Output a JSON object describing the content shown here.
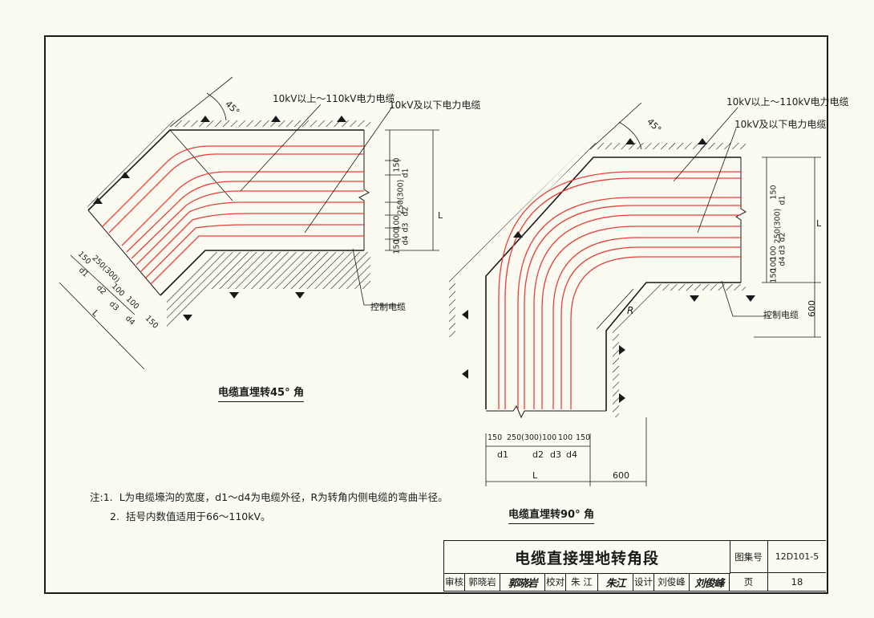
{
  "left": {
    "label_hv": "10kV以上～110kV电力电缆",
    "label_lv": "10kV及以下电力电缆",
    "label_ctrl": "控制电缆",
    "angle": "45°",
    "dims_v": [
      "150",
      "d1",
      "250(300)",
      "d2",
      "100",
      "d3",
      "100",
      "d4",
      "150"
    ],
    "dims_diag": [
      "150",
      "d1",
      "250(300)",
      "d2",
      "100",
      "d3",
      "100",
      "d4",
      "150"
    ],
    "L": "L",
    "caption": "电缆直埋转45° 角"
  },
  "right": {
    "label_hv": "10kV以上～110kV电力电缆",
    "label_lv": "10kV及以下电力电缆",
    "label_ctrl": "控制电缆",
    "angle": "45°",
    "dims_v": [
      "150",
      "d1",
      "250(300)",
      "d2",
      "100",
      "d3",
      "100",
      "d4",
      "150"
    ],
    "dims_h": [
      "150",
      "250(300)",
      "100",
      "100",
      "150"
    ],
    "dims_h_sub": [
      "d1",
      "d2",
      "d3",
      "d4"
    ],
    "L": "L",
    "R": "R",
    "dim600_v": "600",
    "dim600_h": "600",
    "caption": "电缆直埋转90° 角"
  },
  "notes": {
    "prefix": "注:",
    "items": [
      {
        "num": "1.",
        "text": "L为电缆壕沟的宽度，d1～d4为电缆外径，R为转角内侧电缆的弯曲半径。"
      },
      {
        "num": "2.",
        "text": "括号内数值适用于66～110kV。"
      }
    ]
  },
  "titleblock": {
    "title": "电缆直接埋地转角段",
    "atlas_label": "图集号",
    "atlas_no": "12D101-5",
    "review": "审核",
    "reviewer": "郭晓岩",
    "reviewer_sig": "郭晓岩",
    "check": "校对",
    "checker": "朱  江",
    "checker_sig": "朱江",
    "design": "设计",
    "designer": "刘俊峰",
    "designer_sig": "刘俊峰",
    "page_label": "页",
    "page_no": "18"
  },
  "colors": {
    "cable": "#e8413a",
    "ink": "#1a1a1a",
    "paper": "#fbfaf0"
  }
}
